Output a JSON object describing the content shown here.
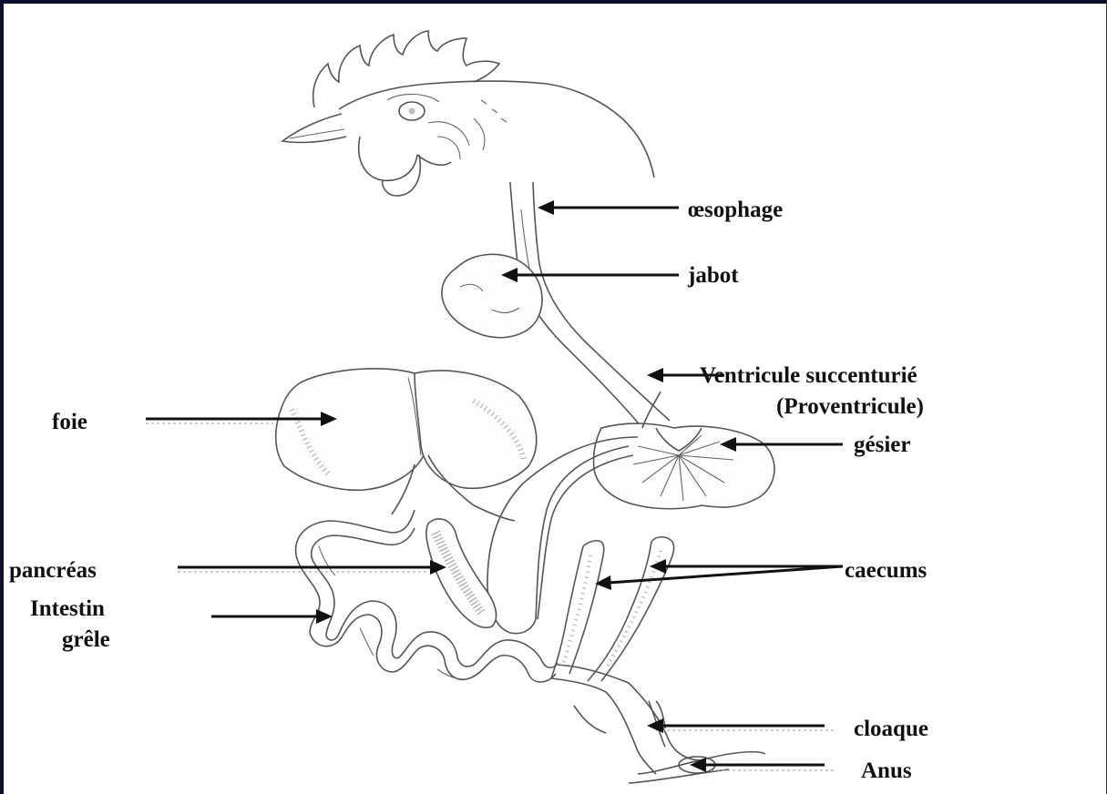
{
  "labels": {
    "oesophage": "œsophage",
    "jabot": "jabot",
    "ventricule_line1": "Ventricule succenturié",
    "ventricule_line2": "(Proventricule)",
    "gesier": "gésier",
    "foie": "foie",
    "pancreas": "pancréas",
    "intestin_line1": "Intestin",
    "intestin_line2": "grêle",
    "caecums": "caecums",
    "cloaque": "cloaque",
    "anus": "Anus"
  },
  "colors": {
    "border": "#0a0f2e",
    "ink": "#111111",
    "drawing": "#555555"
  }
}
